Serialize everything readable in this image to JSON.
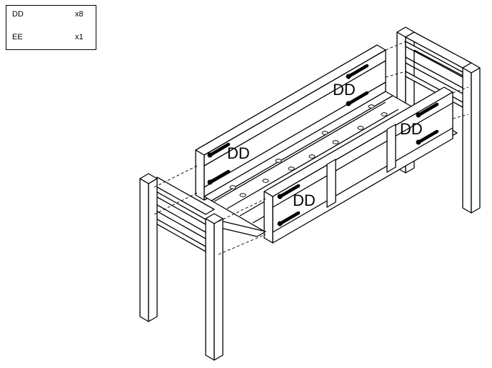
{
  "legend": {
    "items": [
      {
        "code": "DD",
        "part": "bolt-icon",
        "qty": "x8"
      },
      {
        "code": "EE",
        "part": "allen-key-icon",
        "qty": "x1"
      }
    ]
  },
  "callouts": {
    "back_left": "DD",
    "back_right": "DD",
    "front_left": "DD",
    "front_right": "DD"
  },
  "colors": {
    "line": "#000000",
    "fill": "#ffffff",
    "bolt": "#1a1a1a"
  }
}
